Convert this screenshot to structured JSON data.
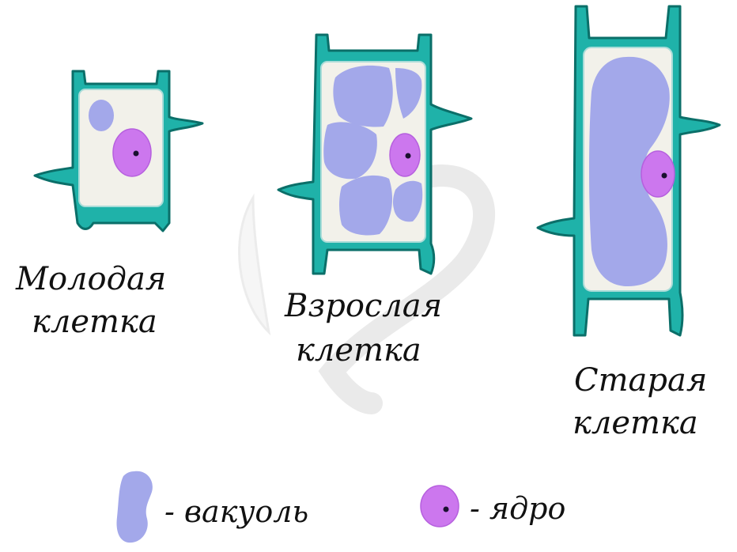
{
  "cells": [
    {
      "id": "young",
      "label_lines": [
        "Молодая",
        "клетка"
      ]
    },
    {
      "id": "adult",
      "label_lines": [
        "Взрослая",
        "клетка"
      ]
    },
    {
      "id": "old",
      "label_lines": [
        "Старая",
        "клетка"
      ]
    }
  ],
  "legend": {
    "vacuole": "- вакуоль",
    "nucleus": "- ядро"
  },
  "colors": {
    "cell_wall": "#1fb2a9",
    "cytoplasm": "#f2f1ea",
    "vacuole": "#a3a8ea",
    "nucleus": "#cc77ee"
  }
}
